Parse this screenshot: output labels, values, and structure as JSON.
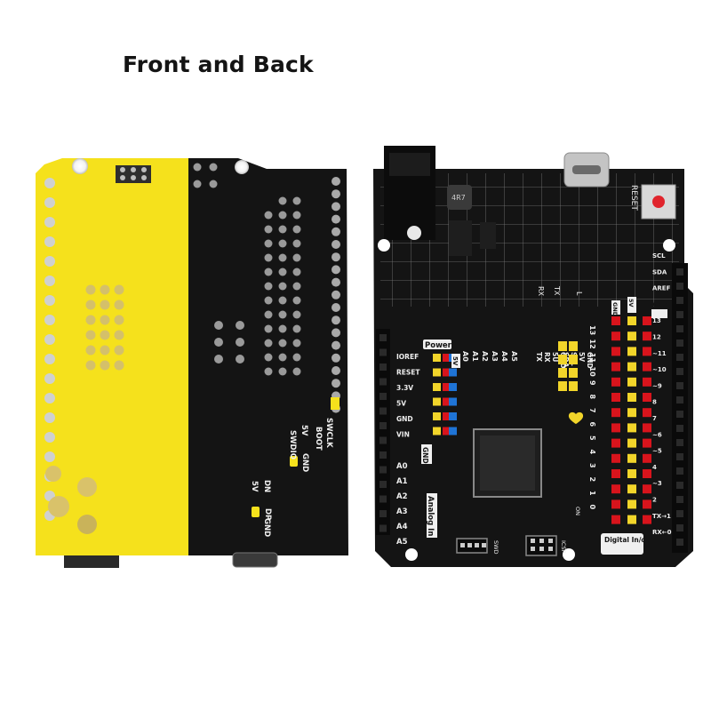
{
  "title": "Front and Back",
  "back_labels": {
    "swclk": "SWCLK",
    "vcc": "5V",
    "boot": "BOOT",
    "swdio": "SWDIO",
    "gnd": "GND",
    "dn": "DN",
    "dp": "DP",
    "vcc2": "5V",
    "gnd2": "GND"
  },
  "front_labels": {
    "power_header": "Power",
    "power_pins": [
      "IOREF",
      "RESET",
      "3.3V",
      "5V",
      "GND",
      "VIN"
    ],
    "analog_header": "Analog In",
    "analog_pins": [
      "A0",
      "A1",
      "A2",
      "A3",
      "A4",
      "A5"
    ],
    "analog_col_pins": [
      "A0",
      "A1",
      "A2",
      "A3",
      "A4",
      "A5"
    ],
    "gnd_vert": "GND",
    "v5_vert": "5V",
    "i2c_pins": [
      "SDA",
      "SCL",
      "5V",
      "GND"
    ],
    "uart_pins": [
      "TX",
      "RX",
      "5U",
      "GND"
    ],
    "digital_nums": [
      "13",
      "12",
      "11",
      "10",
      "9",
      "8",
      "7",
      "6",
      "5",
      "4",
      "3",
      "2",
      "1",
      "0"
    ],
    "right_labels": [
      "SCL",
      "SDA",
      "AREF",
      "GND",
      "13",
      "12",
      "~11",
      "~10",
      "~9",
      "8",
      "7",
      "~6",
      "~5",
      "4",
      "~3",
      "2",
      "TX→1",
      "RX←0"
    ],
    "digital_header": "Digital In/out",
    "reset_label": "RESET",
    "inductor": "4R7",
    "tx_led": "TX",
    "rx_led": "RX",
    "l_led": "L",
    "gnd_col": "GND",
    "v5_col": "5V",
    "icsp": "ICSP",
    "swd": "SWD",
    "on_label": "ON"
  },
  "colors": {
    "pcb_black": "#141414",
    "pcb_yellow": "#f5e11c",
    "header_red": "#d8141c",
    "header_yellow": "#f2d52a",
    "header_blue": "#1f74d6",
    "silk": "#eeeeee"
  }
}
